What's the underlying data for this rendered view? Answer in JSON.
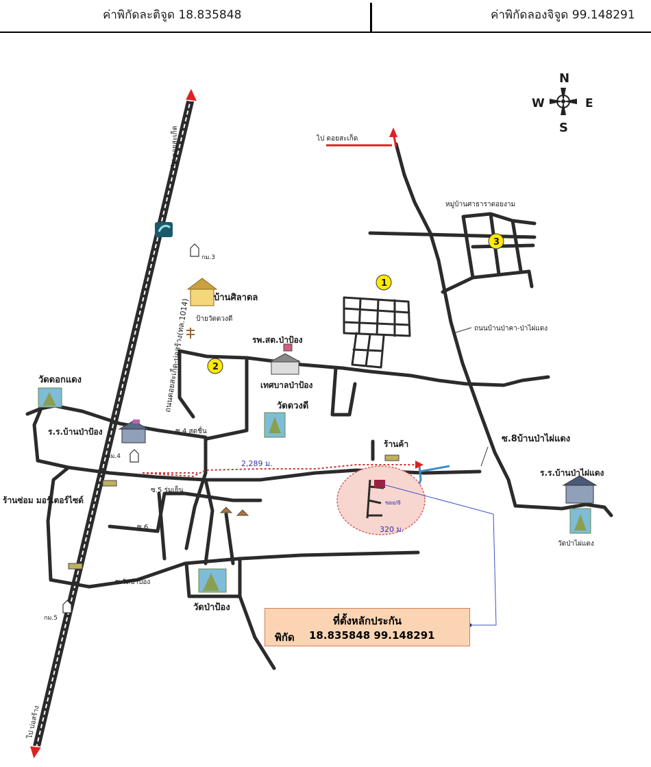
{
  "header": {
    "lat_text": "ค่าพิกัดละติจูด 18.835848",
    "lon_text": "ค่าพิกัดลองจิจูด 99.148291"
  },
  "compass": {
    "north": "N",
    "south": "S",
    "east": "E",
    "west": "W"
  },
  "labels": {
    "to_doi_saket_top": "ไป ดอยสะเก็ด",
    "to_doi_saket_road": "ไป ดอยสะเก็ด",
    "main_highway": "ถนนดอยสะเก็ด-บ่อสร้าง(ทล.1014)",
    "to_bo_sang": "ไป บ่อสร้าง",
    "village_group": "หมู่บ้านศาธาราดอยงาม",
    "road_pa_ka": "ถนนบ้านป่าคา-ป่าไผ่แดง",
    "km3": "กม.3",
    "km4": "กม.4",
    "km5": "กม.5",
    "baan_sinlapa": "บ้านศิลาดล",
    "wat_duang_di_sign": "ป้ายวัดดวงดี",
    "hospital": "รพ.สต.ป่าป้อง",
    "municipality": "เทศบาลป่าป้อง",
    "wat_duang_di": "วัดดวงดี",
    "wat_dok_daeng": "วัดดอกแดง",
    "school_pa_pong": "ร.ร.บ้านป่าป้อง",
    "soi4": "ซ.4 สดชื่น",
    "soi5": "ซ.5 ร่มเย็น",
    "soi6": "ซ.6",
    "soi_wat": "ซ.วัดป่าป้อง",
    "repair_shop": "ร้านซ่อม มอร์เตอร์ไซด์",
    "distance_1": "2,289 ม.",
    "distance_2": "320 ม.",
    "small_soi": "ซอย/8",
    "shop": "ร้านค้า",
    "soi8_pa_phai": "ซ.8บ้านป่าไผ่แดง",
    "school_pa_phai": "ร.ร.บ้านป่าไผ่แดง",
    "wat_pa_phai": "วัดป่าไผ่แดง",
    "wat_pa_pong": "วัดป่าป้อง",
    "marker_1": "1",
    "marker_2": "2",
    "marker_3": "3"
  },
  "info_box": {
    "title": "ที่ตั้งหลักประกัน",
    "coord_label": "พิกัด",
    "coords": "18.835848  99.148291"
  },
  "colors": {
    "road": "#2b2b2b",
    "highway_center": "#ffffff",
    "arrow_red": "#e02020",
    "marker_yellow": "#ffeb00",
    "route_red": "#d03030",
    "route_label_blue": "#3030b0",
    "stream_blue": "#3a8fc8",
    "highlight_circle": "#f2b8b0",
    "info_box_fill": "#fbd4b4"
  }
}
